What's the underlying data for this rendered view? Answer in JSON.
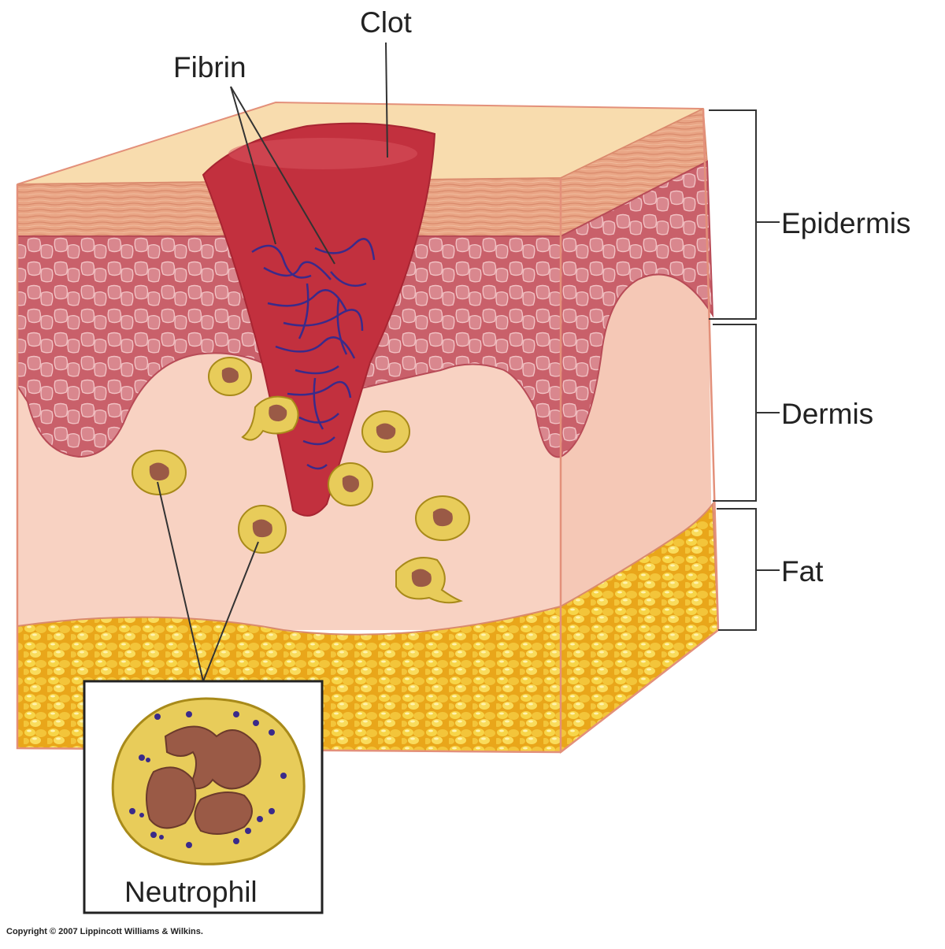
{
  "labels": {
    "clot": "Clot",
    "fibrin": "Fibrin",
    "epidermis": "Epidermis",
    "dermis": "Dermis",
    "fat": "Fat",
    "neutrophil": "Neutrophil"
  },
  "copyright": "Copyright © 2007 Lippincott Williams & Wilkins.",
  "colors": {
    "skin_top": "#f8dcae",
    "stratum": "#e9a585",
    "epidermis_cells": "#c9606a",
    "dermis": "#f8d2c2",
    "clot": "#c2303e",
    "fibrin": "#3a2a8a",
    "fat": "#f3c232",
    "cell_body": "#e8cc5a",
    "nucleus": "#9a5a46"
  }
}
